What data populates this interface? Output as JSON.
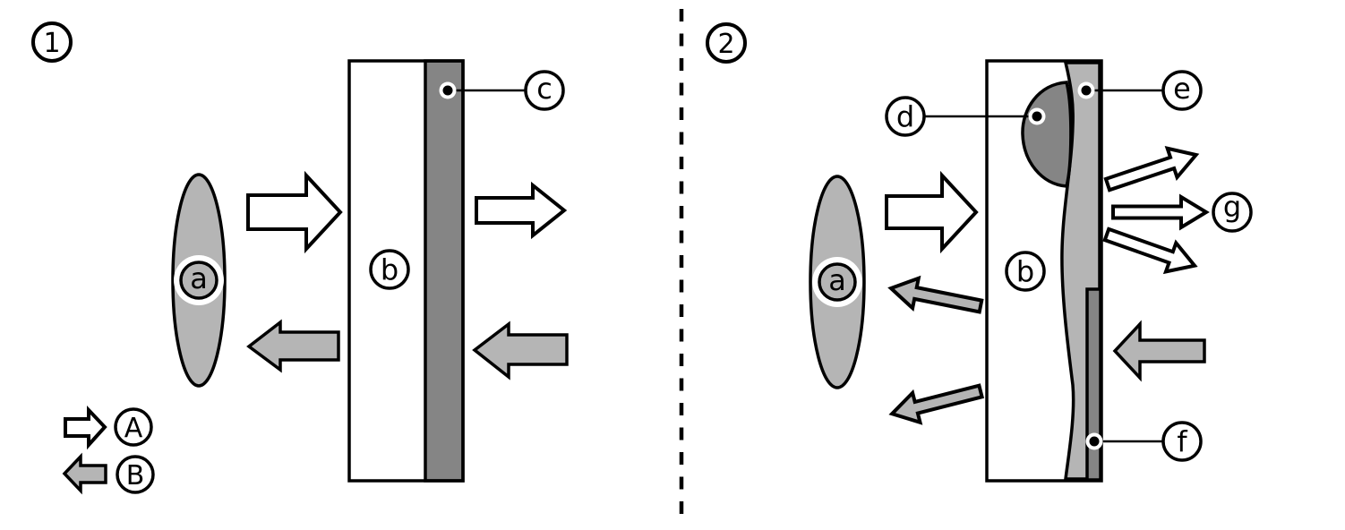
{
  "colors": {
    "background": "#ffffff",
    "ink": "#000000",
    "light_gray": "#b5b5b5",
    "dark_gray": "#858585",
    "white": "#ffffff"
  },
  "panel1": {
    "number": "1",
    "label_a": "a",
    "label_b": "b",
    "label_c": "c",
    "legend": {
      "incident_arrow_label": "A",
      "reflected_arrow_label": "B"
    }
  },
  "panel2": {
    "number": "2",
    "label_a": "a",
    "label_b": "b",
    "label_d": "d",
    "label_e": "e",
    "label_f": "f",
    "label_g": "g"
  }
}
